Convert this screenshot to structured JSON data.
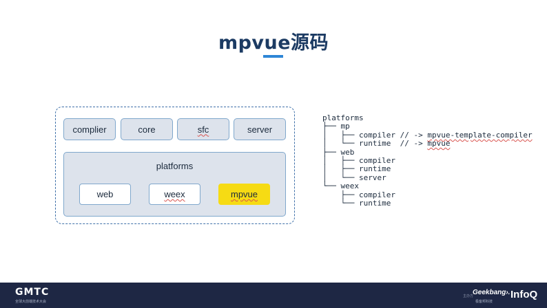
{
  "title": "mpvue源码",
  "diagram": {
    "modules": [
      "complier",
      "core",
      "sfc",
      "server"
    ],
    "platforms_label": "platforms",
    "platforms": [
      "web",
      "weex",
      "mpvue"
    ],
    "highlight_color": "#f6db14"
  },
  "tree": [
    {
      "prefix": "platforms",
      "text": "",
      "mark": ""
    },
    {
      "prefix": "├── mp",
      "text": "",
      "mark": ""
    },
    {
      "prefix": "│   ├── compiler // -> ",
      "text": "",
      "mark": "mpvue-template-compiler"
    },
    {
      "prefix": "│   └── runtime  // -> ",
      "text": "",
      "mark": "mpvue"
    },
    {
      "prefix": "├── web",
      "text": "",
      "mark": ""
    },
    {
      "prefix": "│   ├── compiler",
      "text": "",
      "mark": ""
    },
    {
      "prefix": "│   ├── runtime",
      "text": "",
      "mark": ""
    },
    {
      "prefix": "│   └── server",
      "text": "",
      "mark": ""
    },
    {
      "prefix": "└── weex",
      "text": "",
      "mark": ""
    },
    {
      "prefix": "    ├── compiler",
      "text": "",
      "mark": ""
    },
    {
      "prefix": "    └── runtime",
      "text": "",
      "mark": ""
    }
  ],
  "footer": {
    "left_logo": "GMTC",
    "left_logo_sub": "全球大前端技术大会",
    "host_label": "主办方",
    "geekbang": "Geekbang›.",
    "geekbang_sub": "极客邦科技",
    "infoq": "InfoQ"
  },
  "colors": {
    "title": "#1c3b63",
    "accent": "#2e86d6",
    "box_fill": "#dde3ec",
    "box_border": "#7fa7cc",
    "footer_bg": "#1e2744"
  }
}
